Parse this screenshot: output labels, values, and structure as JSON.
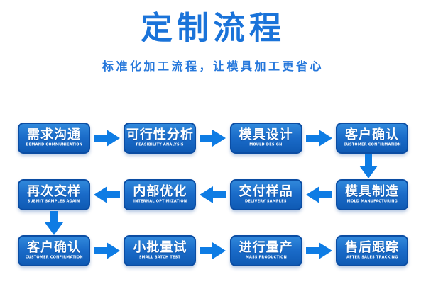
{
  "header": {
    "title": "定制流程",
    "subtitle": "标准化加工流程，让模具加工更省心"
  },
  "colors": {
    "title_blue": "#1a73d9",
    "subtitle_blue": "#2577db",
    "box_gradient_top": "#3189dc",
    "box_gradient_bottom": "#0f5ab4",
    "box_border": "#0b4da3",
    "arrow_blue": "#0e7ce4",
    "box_text": "#ffffff",
    "background": "#ffffff"
  },
  "flow": {
    "rows": [
      {
        "direction": "right",
        "boxes": [
          {
            "zh": "需求沟通",
            "en": "DEMAND COMMUNICATION"
          },
          {
            "zh": "可行性分析",
            "en": "FEASIBILITY ANALYSIS"
          },
          {
            "zh": "模具设计",
            "en": "MOULD DESIGN"
          },
          {
            "zh": "客户确认",
            "en": "CUSTOMER CONFIRMATION"
          }
        ]
      },
      {
        "direction": "left",
        "boxes": [
          {
            "zh": "再次交样",
            "en": "SUBMIT SAMPLES AGAIN"
          },
          {
            "zh": "内部优化",
            "en": "INTERNAL OPTIMIZATION"
          },
          {
            "zh": "交付样品",
            "en": "DELIVERY SAMPLES"
          },
          {
            "zh": "模具制造",
            "en": "MOLD MANUFACTURING"
          }
        ]
      },
      {
        "direction": "right",
        "boxes": [
          {
            "zh": "客户确认",
            "en": "CUSTOMER CONFIRMATION"
          },
          {
            "zh": "小批量试",
            "en": "SMALL BATCH TEST"
          },
          {
            "zh": "进行量产",
            "en": "MASS PRODUCTION"
          },
          {
            "zh": "售后跟踪",
            "en": "AFTER SALES TRACKING"
          }
        ]
      }
    ]
  }
}
